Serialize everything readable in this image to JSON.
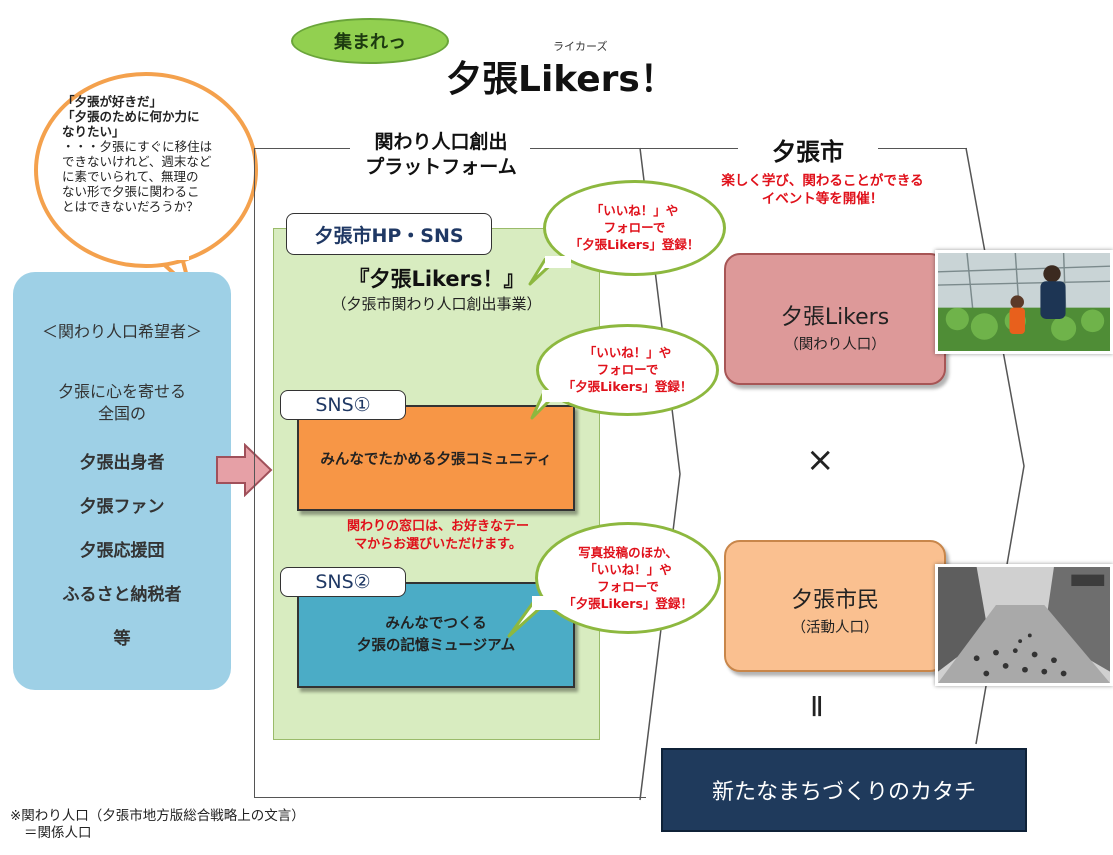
{
  "header": {
    "badge": "集まれっ",
    "ruby": "ライカーズ",
    "title": "夕張Likers！"
  },
  "wish_bubble": {
    "line1": "「夕張が好きだ」",
    "line2": "「夕張のために何か力に",
    "line3": "なりたい」",
    "body1": "・・・夕張にすぐに移住は",
    "body2": "できないけれど、週末など",
    "body3": "に素でいられて、無理の",
    "body4": "ない形で夕張に関わるこ",
    "body5": "とはできないだろうか？"
  },
  "hopeful_panel": {
    "heading": "＜関わり人口希望者＞",
    "intro1": "夕張に心を寄せる",
    "intro2": "全国の",
    "items": [
      "夕張出身者",
      "夕張ファン",
      "夕張応援団",
      "ふるさと納税者",
      "等"
    ]
  },
  "platform": {
    "label1": "関わり人口創出",
    "label2": "プラットフォーム",
    "hp_sns": "夕張市HP・SNS",
    "likers_title": "『夕張Likers！』",
    "likers_sub": "（夕張市関わり人口創出事業）",
    "sns1_tab": "SNS①",
    "sns1_name": "みんなでたかめる夕張コミュニティ",
    "window_note1": "関わりの窓口は、お好きなテー",
    "window_note2": "マからお選びいただけます。",
    "sns2_tab": "SNS②",
    "sns2_name1": "みんなでつくる",
    "sns2_name2": "夕張の記憶ミュージアム"
  },
  "bubbles": {
    "b1": [
      "「いいね！」や",
      "フォローで",
      "「夕張Likers」登録！"
    ],
    "b2": [
      "「いいね！」や",
      "フォローで",
      "「夕張Likers」登録！"
    ],
    "b3": [
      "写真投稿のほか、",
      "「いいね！」や",
      "フォローで",
      "「夕張Likers」登録！"
    ]
  },
  "city": {
    "label": "夕張市",
    "sub1": "楽しく学び、関わることができる",
    "sub2": "イベント等を開催！",
    "likers_box_title": "夕張Likers",
    "likers_box_sub": "（関わり人口）",
    "times": "×",
    "citizen_box_title": "夕張市民",
    "citizen_box_sub": "（活動人口）",
    "equals": "Ⅱ",
    "future": "新たなまちづくりのカタチ"
  },
  "footnote": {
    "line1": "※関わり人口（夕張市地方版総合戦略上の文言）",
    "line2": "＝関係人口"
  },
  "colors": {
    "green_badge": "#92d050",
    "bubble_orange": "#f4a14d",
    "panel_blue": "#9ed0e6",
    "platform_green": "#d8ecc0",
    "sns1_orange": "#f79646",
    "sns2_blue": "#4bacc6",
    "likers_pink": "#dd9999",
    "citizen_peach": "#fac090",
    "future_navy": "#1f3a5c",
    "accent_red": "#e0111b"
  }
}
